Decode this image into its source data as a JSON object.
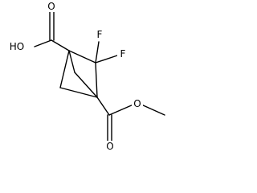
{
  "molecule": {
    "atoms": {
      "hydroxyl": "HO",
      "carbonyl_oxygen_acid": "O",
      "fluorine_1": "F",
      "fluorine_2": "F",
      "carbonyl_oxygen_ester": "O",
      "ester_oxygen": "O"
    }
  }
}
